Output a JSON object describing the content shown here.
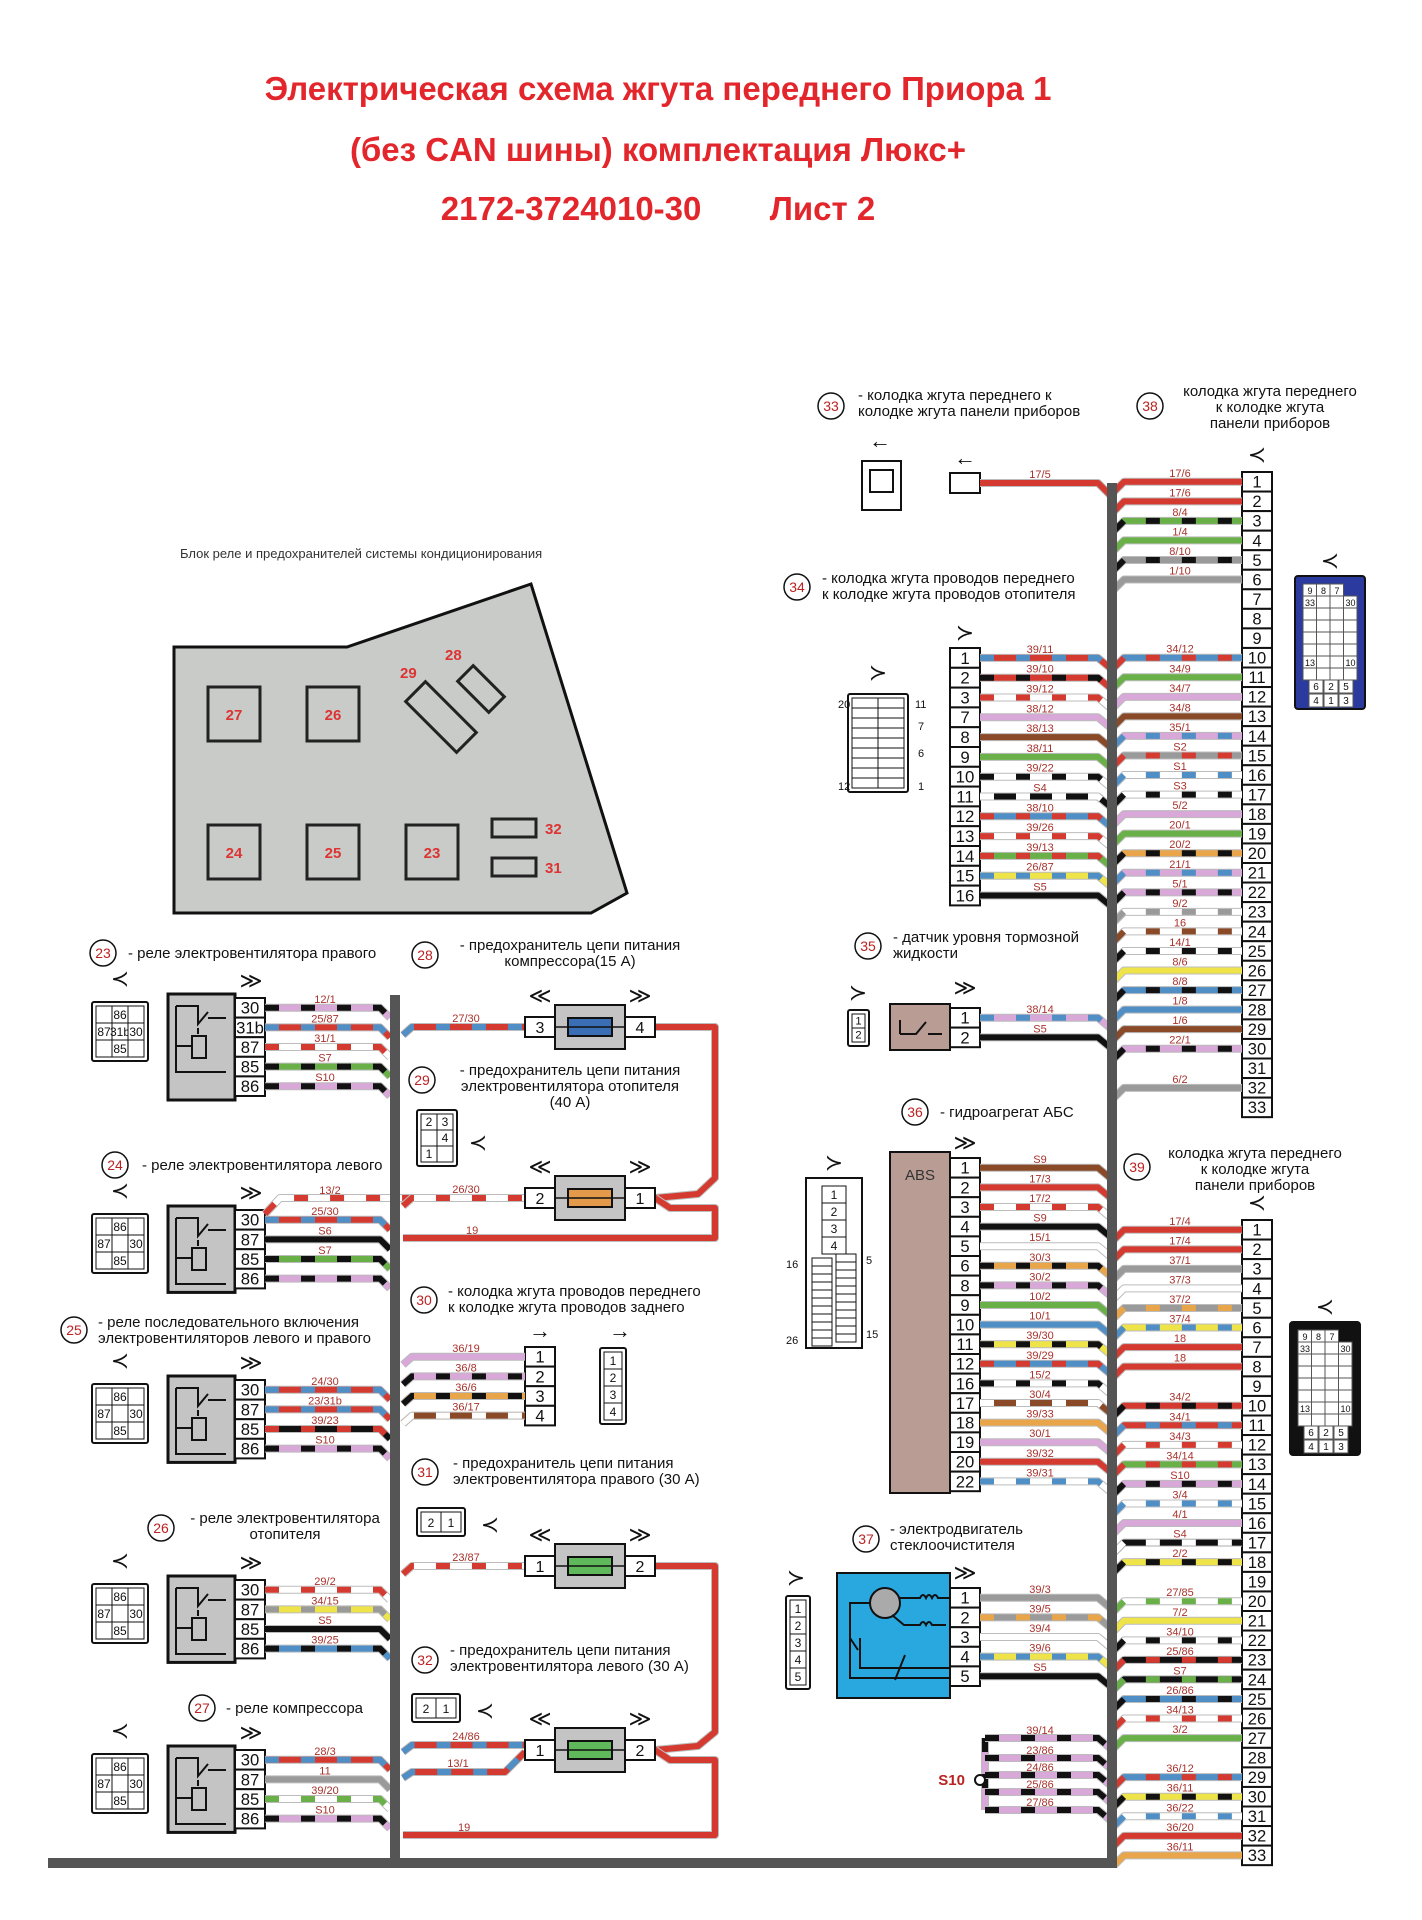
{
  "title": {
    "line1": "Электрическая схема жгута переднего Приора 1",
    "line2": "(без CAN шины) комплектация Люкс+",
    "code": "2172-3724010-30",
    "sheet": "Лист 2"
  },
  "colors": {
    "r": "#d43a30",
    "b": "#4f8fc6",
    "g": "#69b048",
    "p": "#d8a8d8",
    "br": "#8a4a28",
    "k": "#111111",
    "w": "#ffffff",
    "gy": "#9a9a9a",
    "y": "#eee44a",
    "o": "#e8a54a",
    "title": "#e3262b",
    "label": "#a8322c",
    "trunk": "#555555",
    "abs": "#b99c94",
    "motor": "#29a8e0",
    "face38": "#2b3a9e"
  },
  "block": {
    "title": "Блок реле и предохранителей системы кондиционирования",
    "slots": [
      "27",
      "26",
      "24",
      "25",
      "23",
      "29",
      "28",
      "32",
      "31"
    ]
  },
  "components": {
    "c23": {
      "num": "23",
      "lines": [
        "- реле электровентилятора правого"
      ]
    },
    "c24": {
      "num": "24",
      "lines": [
        "- реле электровентилятора левого"
      ]
    },
    "c25": {
      "num": "25",
      "lines": [
        "- реле последовательного  включения",
        "электровентиляторов левого и правого"
      ]
    },
    "c26": {
      "num": "26",
      "lines": [
        "- реле электровентилятора",
        "отопителя"
      ]
    },
    "c27": {
      "num": "27",
      "lines": [
        "- реле компрессора"
      ]
    },
    "c28": {
      "num": "28",
      "lines": [
        "- предохранитель цепи питания",
        "компрессора(15 А)"
      ]
    },
    "c29": {
      "num": "29",
      "lines": [
        "- предохранитель цепи питания",
        "электровентилятора отопителя",
        "(40 А)"
      ]
    },
    "c30": {
      "num": "30",
      "lines": [
        "- колодка жгута проводов переднего",
        "к колодке жгута проводов заднего"
      ]
    },
    "c31": {
      "num": "31",
      "lines": [
        "- предохранитель цепи питания",
        "электровентилятора правого (30 А)"
      ]
    },
    "c32": {
      "num": "32",
      "lines": [
        "- предохранитель цепи питания",
        "электровентилятора левого (30 А)"
      ]
    },
    "c33": {
      "num": "33",
      "lines": [
        "- колодка жгута переднего к",
        "колодке жгута панели приборов"
      ]
    },
    "c34": {
      "num": "34",
      "lines": [
        "- колодка жгута проводов переднего",
        "к колодке жгута проводов отопителя"
      ]
    },
    "c35": {
      "num": "35",
      "lines": [
        "- датчик уровня тормозной",
        "жидкости"
      ]
    },
    "c36": {
      "num": "36",
      "lines": [
        "- гидроагрегат АБС"
      ]
    },
    "c37": {
      "num": "37",
      "lines": [
        "- электродвигатель",
        "стеклоочистителя"
      ]
    },
    "c38": {
      "num": "38",
      "lines": [
        "колодка жгута переднего",
        "к колодке жгута",
        "панели приборов"
      ]
    },
    "c39": {
      "num": "39",
      "lines": [
        "колодка жгута переднего",
        "к колодке жгута",
        "панели приборов"
      ]
    }
  },
  "relays": [
    {
      "id": "23",
      "socket": [
        "86",
        "87",
        "31b",
        "30",
        "85"
      ],
      "pins": [
        {
          "pin": "30",
          "label": "12/1",
          "c": "p",
          "s": "k"
        },
        {
          "pin": "31b",
          "label": "25/87",
          "c": "r",
          "s": "b"
        },
        {
          "pin": "87",
          "label": "31/1",
          "c": "w",
          "s": "r"
        },
        {
          "pin": "85",
          "label": "S7",
          "c": "g",
          "s": "k"
        },
        {
          "pin": "86",
          "label": "S10",
          "c": "p",
          "s": "k"
        }
      ]
    },
    {
      "id": "24",
      "socket": [
        "86",
        "87",
        "",
        "30",
        "85"
      ],
      "extra": {
        "label": "13/2",
        "c": "w",
        "s": "r"
      },
      "pins": [
        {
          "pin": "30",
          "label": "25/30",
          "c": "r",
          "s": "b"
        },
        {
          "pin": "87",
          "label": "S6",
          "c": "k",
          "s": null
        },
        {
          "pin": "85",
          "label": "S7",
          "c": "g",
          "s": "k"
        },
        {
          "pin": "86",
          "label": "",
          "c": "p",
          "s": "k"
        }
      ]
    },
    {
      "id": "25",
      "socket": [
        "86",
        "87",
        "",
        "30",
        "85"
      ],
      "pins": [
        {
          "pin": "30",
          "label": "24/30",
          "c": "r",
          "s": "b"
        },
        {
          "pin": "87",
          "label": "23/31b",
          "c": "r",
          "s": "b"
        },
        {
          "pin": "85",
          "label": "39/23",
          "c": "k",
          "s": "r"
        },
        {
          "pin": "86",
          "label": "S10",
          "c": "p",
          "s": "k"
        }
      ]
    },
    {
      "id": "26",
      "socket": [
        "86",
        "87",
        "",
        "30",
        "85"
      ],
      "pins": [
        {
          "pin": "30",
          "label": "29/2",
          "c": "w",
          "s": "r"
        },
        {
          "pin": "87",
          "label": "34/15",
          "c": "y",
          "s": "gy"
        },
        {
          "pin": "85",
          "label": "S5",
          "c": "k",
          "s": null
        },
        {
          "pin": "86",
          "label": "39/25",
          "c": "b",
          "s": "k"
        }
      ]
    },
    {
      "id": "27",
      "socket": [
        "86",
        "87",
        "",
        "30",
        "85"
      ],
      "pins": [
        {
          "pin": "30",
          "label": "28/3",
          "c": "r",
          "s": "b"
        },
        {
          "pin": "87",
          "label": "11",
          "c": "gy",
          "s": null
        },
        {
          "pin": "85",
          "label": "39/20",
          "c": "w",
          "s": "g"
        },
        {
          "pin": "86",
          "label": "S10",
          "c": "p",
          "s": "k"
        }
      ]
    }
  ],
  "fuses": [
    {
      "id": "28",
      "pins": [
        "3",
        "4"
      ],
      "element": "#3a6fb5",
      "wires": [
        {
          "label": "27/30",
          "c": "r",
          "s": "b"
        }
      ]
    },
    {
      "id": "29",
      "pins": [
        "2",
        "1"
      ],
      "element": "#e39a4a",
      "socket": [
        "2",
        "3",
        "4",
        "1"
      ],
      "wires": [
        {
          "label": "26/30",
          "c": "w",
          "s": "r"
        }
      ],
      "feed": "19"
    },
    {
      "id": "31",
      "pins": [
        "1",
        "2"
      ],
      "element": "#5fb85a",
      "socket": [
        "2",
        "1"
      ],
      "wires": [
        {
          "label": "23/87",
          "c": "w",
          "s": "r"
        }
      ]
    },
    {
      "id": "32",
      "pins": [
        "1",
        "2"
      ],
      "element": "#5fb85a",
      "socket": [
        "2",
        "1"
      ],
      "wires": [
        {
          "label": "24/86",
          "c": "r",
          "s": "b"
        },
        {
          "label": "13/1",
          "c": "r",
          "s": "b"
        }
      ],
      "feed": "19"
    }
  ],
  "conn30": {
    "socket": [
      "1",
      "2",
      "3",
      "4"
    ],
    "pins": [
      {
        "pin": "1",
        "label": "36/19",
        "c": "p",
        "s": null
      },
      {
        "pin": "2",
        "label": "36/8",
        "c": "p",
        "s": "k"
      },
      {
        "pin": "3",
        "label": "36/6",
        "c": "o",
        "s": "k"
      },
      {
        "pin": "4",
        "label": "36/17",
        "c": "br",
        "s": "w"
      }
    ]
  },
  "conn33": {
    "label": "17/5",
    "c": "r"
  },
  "conn34": {
    "socket": [
      "20",
      "11",
      "7",
      "6",
      "12",
      "1"
    ],
    "pins": [
      {
        "pin": "1",
        "label": "39/11",
        "c": "r",
        "s": "b"
      },
      {
        "pin": "2",
        "label": "39/10",
        "c": "r",
        "s": "k"
      },
      {
        "pin": "3",
        "label": "39/12",
        "c": "w",
        "s": "r"
      },
      {
        "pin": "7",
        "label": "38/12",
        "c": "p",
        "s": null
      },
      {
        "pin": "8",
        "label": "38/13",
        "c": "br",
        "s": null
      },
      {
        "pin": "9",
        "label": "38/11",
        "c": "g",
        "s": null
      },
      {
        "pin": "10",
        "label": "39/22",
        "c": "w",
        "s": "k"
      },
      {
        "pin": "11",
        "label": "S4",
        "c": "k",
        "s": "w"
      },
      {
        "pin": "12",
        "label": "38/10",
        "c": "b",
        "s": "r"
      },
      {
        "pin": "13",
        "label": "39/26",
        "c": "w",
        "s": "r"
      },
      {
        "pin": "14",
        "label": "39/13",
        "c": "g",
        "s": "r"
      },
      {
        "pin": "15",
        "label": "26/87",
        "c": "y",
        "s": "b"
      },
      {
        "pin": "16",
        "label": "S5",
        "c": "k",
        "s": null
      }
    ]
  },
  "conn35": {
    "socket": [
      "1",
      "2"
    ],
    "pins": [
      {
        "pin": "1",
        "label": "38/14",
        "c": "p",
        "s": "b"
      },
      {
        "pin": "2",
        "label": "S5",
        "c": "k",
        "s": null
      }
    ]
  },
  "conn36": {
    "box": "ABS",
    "socket": [
      "1",
      "2",
      "3",
      "4",
      "16",
      "5",
      "26",
      "15"
    ],
    "pins": [
      {
        "pin": "1",
        "label": "S9",
        "c": "br",
        "s": null
      },
      {
        "pin": "2",
        "label": "17/3",
        "c": "r",
        "s": null
      },
      {
        "pin": "3",
        "label": "17/2",
        "c": "w",
        "s": "r"
      },
      {
        "pin": "4",
        "label": "S9",
        "c": "k",
        "s": null
      },
      {
        "pin": "5",
        "label": "15/1",
        "c": "w",
        "s": null
      },
      {
        "pin": "6",
        "label": "30/3",
        "c": "o",
        "s": "k"
      },
      {
        "pin": "8",
        "label": "30/2",
        "c": "p",
        "s": "k"
      },
      {
        "pin": "9",
        "label": "10/2",
        "c": "g",
        "s": null
      },
      {
        "pin": "10",
        "label": "10/1",
        "c": "b",
        "s": null
      },
      {
        "pin": "11",
        "label": "39/30",
        "c": "y",
        "s": "k"
      },
      {
        "pin": "12",
        "label": "39/29",
        "c": "b",
        "s": "r"
      },
      {
        "pin": "16",
        "label": "15/2",
        "c": "w",
        "s": "k"
      },
      {
        "pin": "17",
        "label": "30/4",
        "c": "br",
        "s": "w"
      },
      {
        "pin": "18",
        "label": "39/33",
        "c": "o",
        "s": null
      },
      {
        "pin": "19",
        "label": "30/1",
        "c": "p",
        "s": null
      },
      {
        "pin": "20",
        "label": "39/32",
        "c": "r",
        "s": null
      },
      {
        "pin": "22",
        "label": "39/31",
        "c": "w",
        "s": "b"
      }
    ]
  },
  "conn37": {
    "socket": [
      "1",
      "2",
      "3",
      "4",
      "5"
    ],
    "pins": [
      {
        "pin": "1",
        "label": "39/3",
        "c": "gy",
        "s": null
      },
      {
        "pin": "2",
        "label": "39/5",
        "c": "gy",
        "s": "o"
      },
      {
        "pin": "3",
        "label": "39/4",
        "c": "w",
        "s": null
      },
      {
        "pin": "4",
        "label": "39/6",
        "c": "y",
        "s": "b"
      },
      {
        "pin": "5",
        "label": "S5",
        "c": "k",
        "s": null
      }
    ]
  },
  "face": [
    "9",
    "8",
    "7",
    "33",
    "30",
    "13",
    "10",
    "6",
    "2",
    "5",
    "4",
    "1",
    "3"
  ],
  "conn38": {
    "pins": [
      {
        "pin": "1",
        "label": "17/6",
        "c": "r",
        "s": null
      },
      {
        "pin": "2",
        "label": "17/6",
        "c": "r",
        "s": null
      },
      {
        "pin": "3",
        "label": "8/4",
        "c": "g",
        "s": "k"
      },
      {
        "pin": "4",
        "label": "1/4",
        "c": "g",
        "s": null
      },
      {
        "pin": "5",
        "label": "8/10",
        "c": "gy",
        "s": "k"
      },
      {
        "pin": "6",
        "label": "1/10",
        "c": "gy",
        "s": null
      },
      {
        "pin": "7"
      },
      {
        "pin": "8"
      },
      {
        "pin": "9"
      },
      {
        "pin": "10",
        "label": "34/12",
        "c": "b",
        "s": "r"
      },
      {
        "pin": "11",
        "label": "34/9",
        "c": "g",
        "s": null
      },
      {
        "pin": "12",
        "label": "34/7",
        "c": "p",
        "s": null
      },
      {
        "pin": "13",
        "label": "34/8",
        "c": "br",
        "s": null
      },
      {
        "pin": "14",
        "label": "35/1",
        "c": "p",
        "s": "b"
      },
      {
        "pin": "15",
        "label": "S2",
        "c": "gy",
        "s": "r"
      },
      {
        "pin": "16",
        "label": "S1",
        "c": "w",
        "s": "b"
      },
      {
        "pin": "17",
        "label": "S3",
        "c": "w",
        "s": "k"
      },
      {
        "pin": "18",
        "label": "5/2",
        "c": "p",
        "s": null
      },
      {
        "pin": "19",
        "label": "20/1",
        "c": "g",
        "s": null
      },
      {
        "pin": "20",
        "label": "20/2",
        "c": "o",
        "s": "k"
      },
      {
        "pin": "21",
        "label": "21/1",
        "c": "p",
        "s": "b"
      },
      {
        "pin": "22",
        "label": "5/1",
        "c": "p",
        "s": "k"
      },
      {
        "pin": "23",
        "label": "9/2",
        "c": "w",
        "s": "gy"
      },
      {
        "pin": "24",
        "label": "16",
        "c": "w",
        "s": "br"
      },
      {
        "pin": "25",
        "label": "14/1",
        "c": "w",
        "s": "k"
      },
      {
        "pin": "26",
        "label": "8/6",
        "c": "y",
        "s": null
      },
      {
        "pin": "27",
        "label": "8/8",
        "c": "b",
        "s": "k"
      },
      {
        "pin": "28",
        "label": "1/8",
        "c": "b",
        "s": null
      },
      {
        "pin": "29",
        "label": "1/6",
        "c": "br",
        "s": null
      },
      {
        "pin": "30",
        "label": "22/1",
        "c": "p",
        "s": "k"
      },
      {
        "pin": "31"
      },
      {
        "pin": "32",
        "label": "6/2",
        "c": "gy",
        "s": null
      },
      {
        "pin": "33"
      }
    ]
  },
  "conn39": {
    "pins": [
      {
        "pin": "1",
        "label": "17/4",
        "c": "r",
        "s": null
      },
      {
        "pin": "2",
        "label": "17/4",
        "c": "r",
        "s": null
      },
      {
        "pin": "3",
        "label": "37/1",
        "c": "gy",
        "s": null
      },
      {
        "pin": "4",
        "label": "37/3",
        "c": "w",
        "s": null
      },
      {
        "pin": "5",
        "label": "37/2",
        "c": "gy",
        "s": "o"
      },
      {
        "pin": "6",
        "label": "37/4",
        "c": "y",
        "s": "b"
      },
      {
        "pin": "7",
        "label": "18",
        "c": "r",
        "s": null
      },
      {
        "pin": "8",
        "label": "18",
        "c": "r",
        "s": null
      },
      {
        "pin": "9"
      },
      {
        "pin": "10",
        "label": "34/2",
        "c": "r",
        "s": "k"
      },
      {
        "pin": "11",
        "label": "34/1",
        "c": "r",
        "s": "b"
      },
      {
        "pin": "12",
        "label": "34/3",
        "c": "w",
        "s": "r"
      },
      {
        "pin": "13",
        "label": "34/14",
        "c": "g",
        "s": "r"
      },
      {
        "pin": "14",
        "label": "S10",
        "c": "p",
        "s": "k"
      },
      {
        "pin": "15",
        "label": "3/4",
        "c": "w",
        "s": "b"
      },
      {
        "pin": "16",
        "label": "4/1",
        "c": "p",
        "s": null
      },
      {
        "pin": "17",
        "label": "S4",
        "c": "k",
        "s": "w"
      },
      {
        "pin": "18",
        "label": "2/2",
        "c": "y",
        "s": "k"
      },
      {
        "pin": "19"
      },
      {
        "pin": "20",
        "label": "27/85",
        "c": "w",
        "s": "g"
      },
      {
        "pin": "21",
        "label": "7/2",
        "c": "y",
        "s": null
      },
      {
        "pin": "22",
        "label": "34/10",
        "c": "w",
        "s": "k"
      },
      {
        "pin": "23",
        "label": "25/86",
        "c": "k",
        "s": "r"
      },
      {
        "pin": "24",
        "label": "S7",
        "c": "k",
        "s": "g"
      },
      {
        "pin": "25",
        "label": "26/86",
        "c": "b",
        "s": "k"
      },
      {
        "pin": "26",
        "label": "34/13",
        "c": "w",
        "s": "r"
      },
      {
        "pin": "27",
        "label": "3/2",
        "c": "g",
        "s": null
      },
      {
        "pin": "28"
      },
      {
        "pin": "29",
        "label": "36/12",
        "c": "b",
        "s": "r"
      },
      {
        "pin": "30",
        "label": "36/11",
        "c": "y",
        "s": "k"
      },
      {
        "pin": "31",
        "label": "36/22",
        "c": "w",
        "s": "b"
      },
      {
        "pin": "32",
        "label": "36/20",
        "c": "r",
        "s": null
      },
      {
        "pin": "33",
        "label": "36/11",
        "c": "o",
        "s": null
      }
    ]
  },
  "splice": {
    "name": "S10",
    "wires": [
      "39/14",
      "23/86",
      "24/86",
      "25/86",
      "27/86"
    ],
    "c": "p",
    "s": "k"
  }
}
